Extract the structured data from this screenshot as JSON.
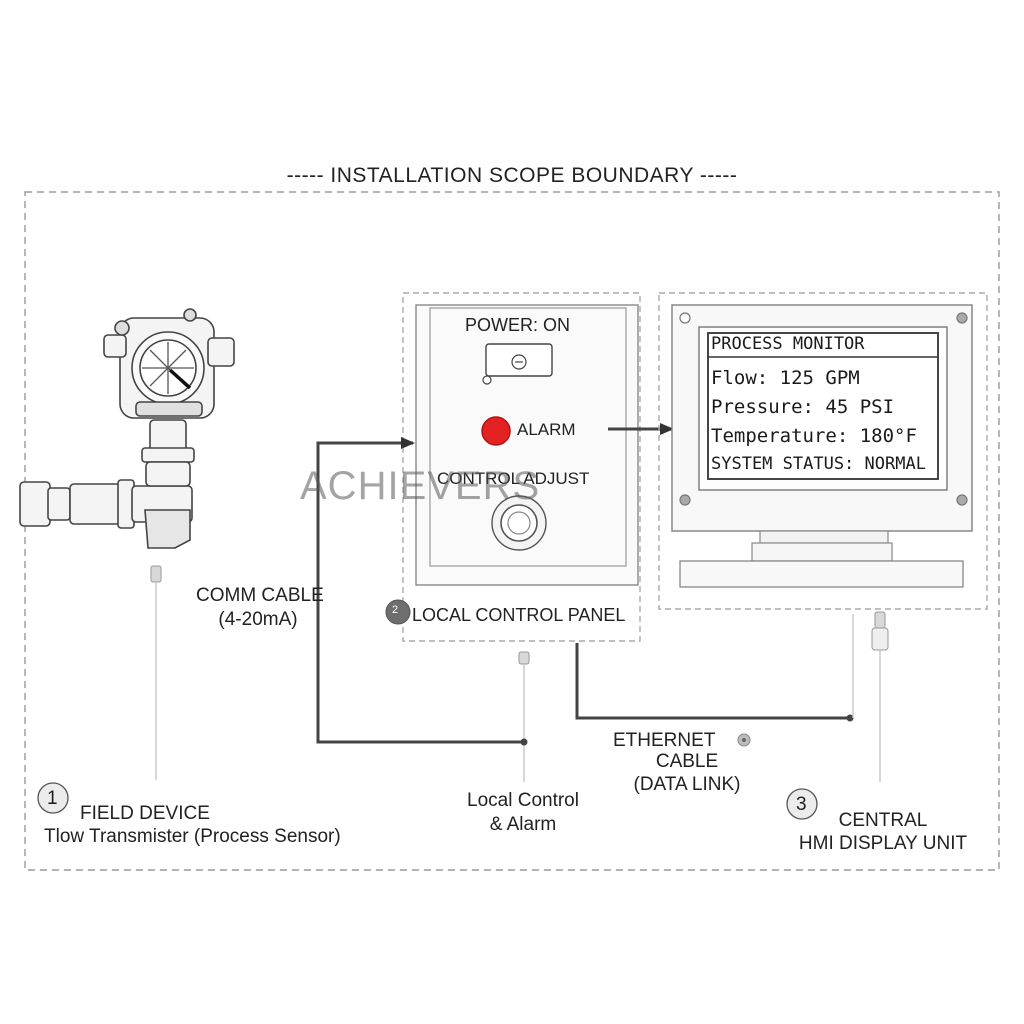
{
  "boundary": {
    "title": "-----  INSTALLATION SCOPE BOUNDARY  -----"
  },
  "control_panel": {
    "power_label": "POWER: ON",
    "alarm_label": "ALARM",
    "adjust_label": "CONTROL ADJUST",
    "badge": "2",
    "title": "LOCAL CONTROL PANEL"
  },
  "hmi": {
    "header": "PROCESS MONITOR",
    "lines": [
      "Flow:  125  GPM",
      "Pressure:  45  PSI",
      "Temperature:  180°F",
      "SYSTEM STATUS: NORMAL"
    ]
  },
  "labels": {
    "comm_cable": [
      "COMM CABLE",
      "(4-20mA)"
    ],
    "field_device_num": "1",
    "field_device": [
      "FIELD DEVICE",
      "Tlow Transmister (Process Sensor)"
    ],
    "local_control": [
      "Local Control",
      "& Alarm"
    ],
    "ethernet": [
      "ETHERNET",
      "CABLE",
      "(DATA LINK)"
    ],
    "hmi_num": "3",
    "hmi_unit": [
      "CENTRAL",
      "HMI DISPLAY UNIT"
    ]
  },
  "watermark": "ACHIEVERS",
  "colors": {
    "alarm": "#e52222",
    "line": "#444444",
    "boundary": "#9a9a9a"
  }
}
